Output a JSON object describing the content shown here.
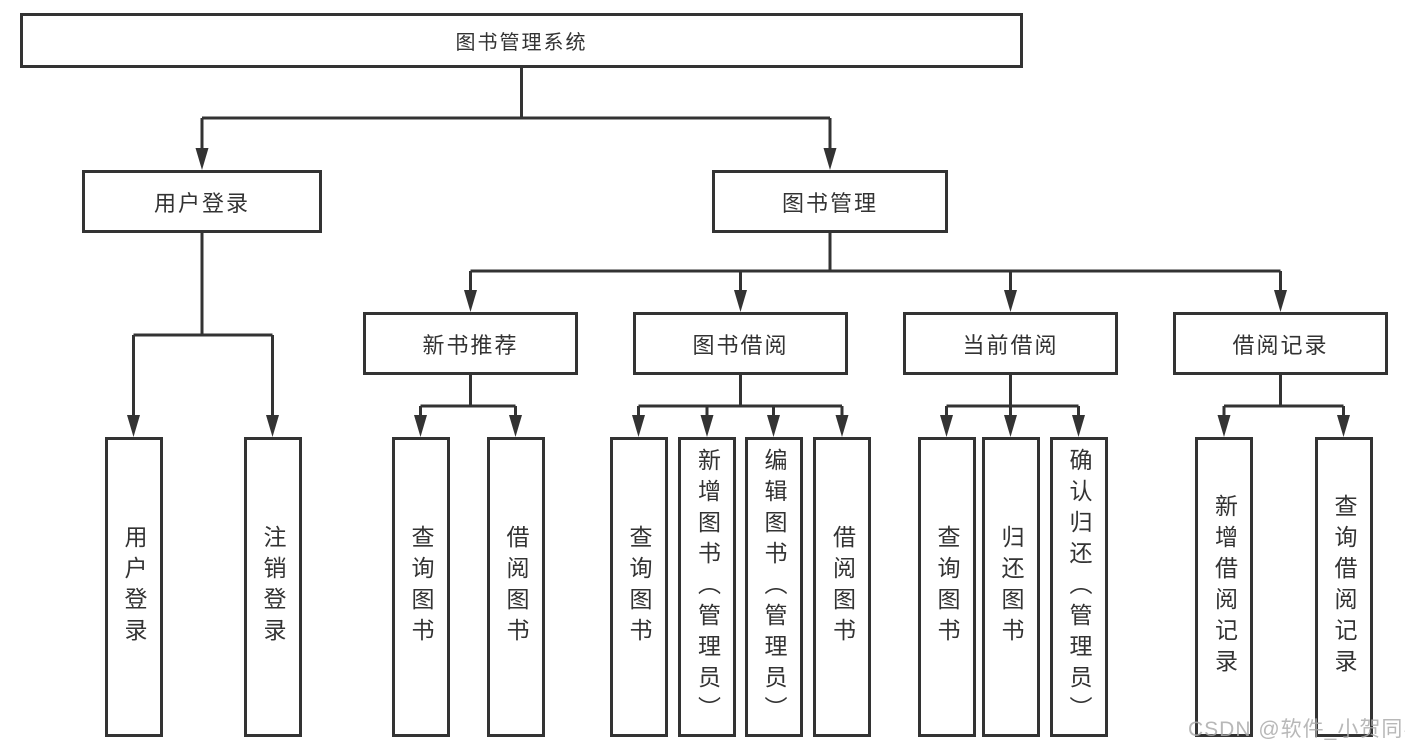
{
  "diagram": {
    "root": {
      "label": "图书管理系统",
      "children": [
        {
          "label": "用户登录",
          "children": [
            {
              "label": "用户登录"
            },
            {
              "label": "注销登录"
            }
          ]
        },
        {
          "label": "图书管理",
          "children": [
            {
              "label": "新书推荐",
              "children": [
                {
                  "label": "查询图书"
                },
                {
                  "label": "借阅图书"
                }
              ]
            },
            {
              "label": "图书借阅",
              "children": [
                {
                  "label": "查询图书"
                },
                {
                  "label": "新增图书（管理员）"
                },
                {
                  "label": "编辑图书（管理员）"
                },
                {
                  "label": "借阅图书"
                }
              ]
            },
            {
              "label": "当前借阅",
              "children": [
                {
                  "label": "查询图书"
                },
                {
                  "label": "归还图书"
                },
                {
                  "label": "确认归还（管理员）"
                }
              ]
            },
            {
              "label": "借阅记录",
              "children": [
                {
                  "label": "新增借阅记录"
                },
                {
                  "label": "查询借阅记录"
                }
              ]
            }
          ]
        }
      ]
    }
  },
  "watermark": {
    "text": "CSDN @软件_小贺同学"
  },
  "colors": {
    "line": "#333333",
    "text": "#333333",
    "background": "#ffffff",
    "watermark": "#acacac"
  }
}
